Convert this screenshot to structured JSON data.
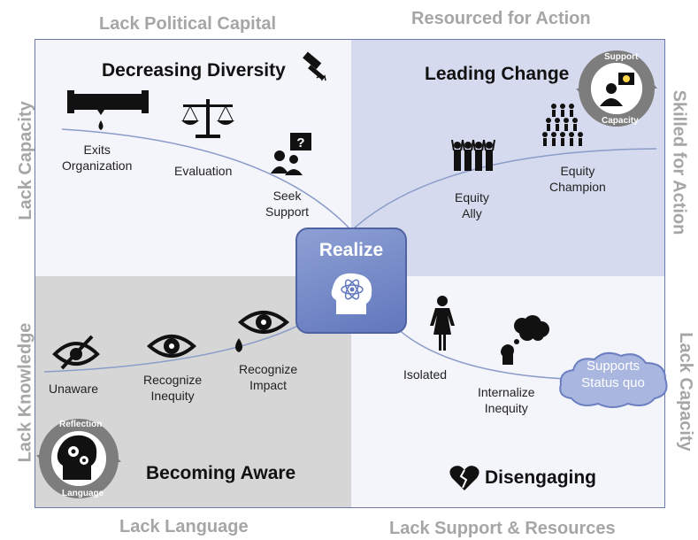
{
  "outer": {
    "top_left": "Lack Political Capital",
    "top_right": "Resourced for Action",
    "bottom_left": "Lack Language",
    "bottom_right": "Lack Support & Resources",
    "left_top": "Lack Capacity",
    "left_bottom": "Lack Knowledge",
    "right_top": "Skilled for Action",
    "right_bottom": "Lack Capacity"
  },
  "quadrants": {
    "top_left": {
      "title": "Decreasing Diversity",
      "stages": [
        {
          "line1": "Exits",
          "line2": "Organization"
        },
        {
          "line1": "Evaluation",
          "line2": ""
        },
        {
          "line1": "Seek",
          "line2": "Support"
        }
      ]
    },
    "top_right": {
      "title": "Leading Change",
      "stages": [
        {
          "line1": "Equity",
          "line2": "Ally"
        },
        {
          "line1": "Equity",
          "line2": "Champion"
        }
      ],
      "ring": {
        "top": "Support",
        "bottom": "Capacity"
      }
    },
    "bottom_left": {
      "title": "Becoming Aware",
      "stages": [
        {
          "line1": "Unaware",
          "line2": ""
        },
        {
          "line1": "Recognize",
          "line2": "Inequity"
        },
        {
          "line1": "Recognize",
          "line2": "Impact"
        }
      ],
      "ring": {
        "top": "Reflection",
        "bottom": "Language"
      }
    },
    "bottom_right": {
      "title": "Disengaging",
      "stages": [
        {
          "line1": "Isolated",
          "line2": ""
        },
        {
          "line1": "Internalize",
          "line2": "Inequity"
        }
      ],
      "cloud": {
        "line1": "Supports",
        "line2": "Status quo"
      }
    }
  },
  "center": {
    "title": "Realize"
  },
  "icons": [
    "gavel-icon",
    "leaking-pipe-icon",
    "scales-icon",
    "question-people-icon",
    "group-raising-hands-icon",
    "crowd-pyramid-icon",
    "idea-person-icon",
    "eye-slash-icon",
    "eye-icon",
    "eye-drop-icon",
    "brain-gears-icon",
    "atom-head-icon",
    "standing-person-icon",
    "thinking-person-icon",
    "broken-heart-icon",
    "cloud-icon"
  ],
  "colors": {
    "frame": "#6b7aa8",
    "center": "#6b7fc2",
    "top_right_bg": "#d5daee",
    "bottom_left_bg": "#d6d6d6",
    "outer_text": "#a6a6a6"
  }
}
